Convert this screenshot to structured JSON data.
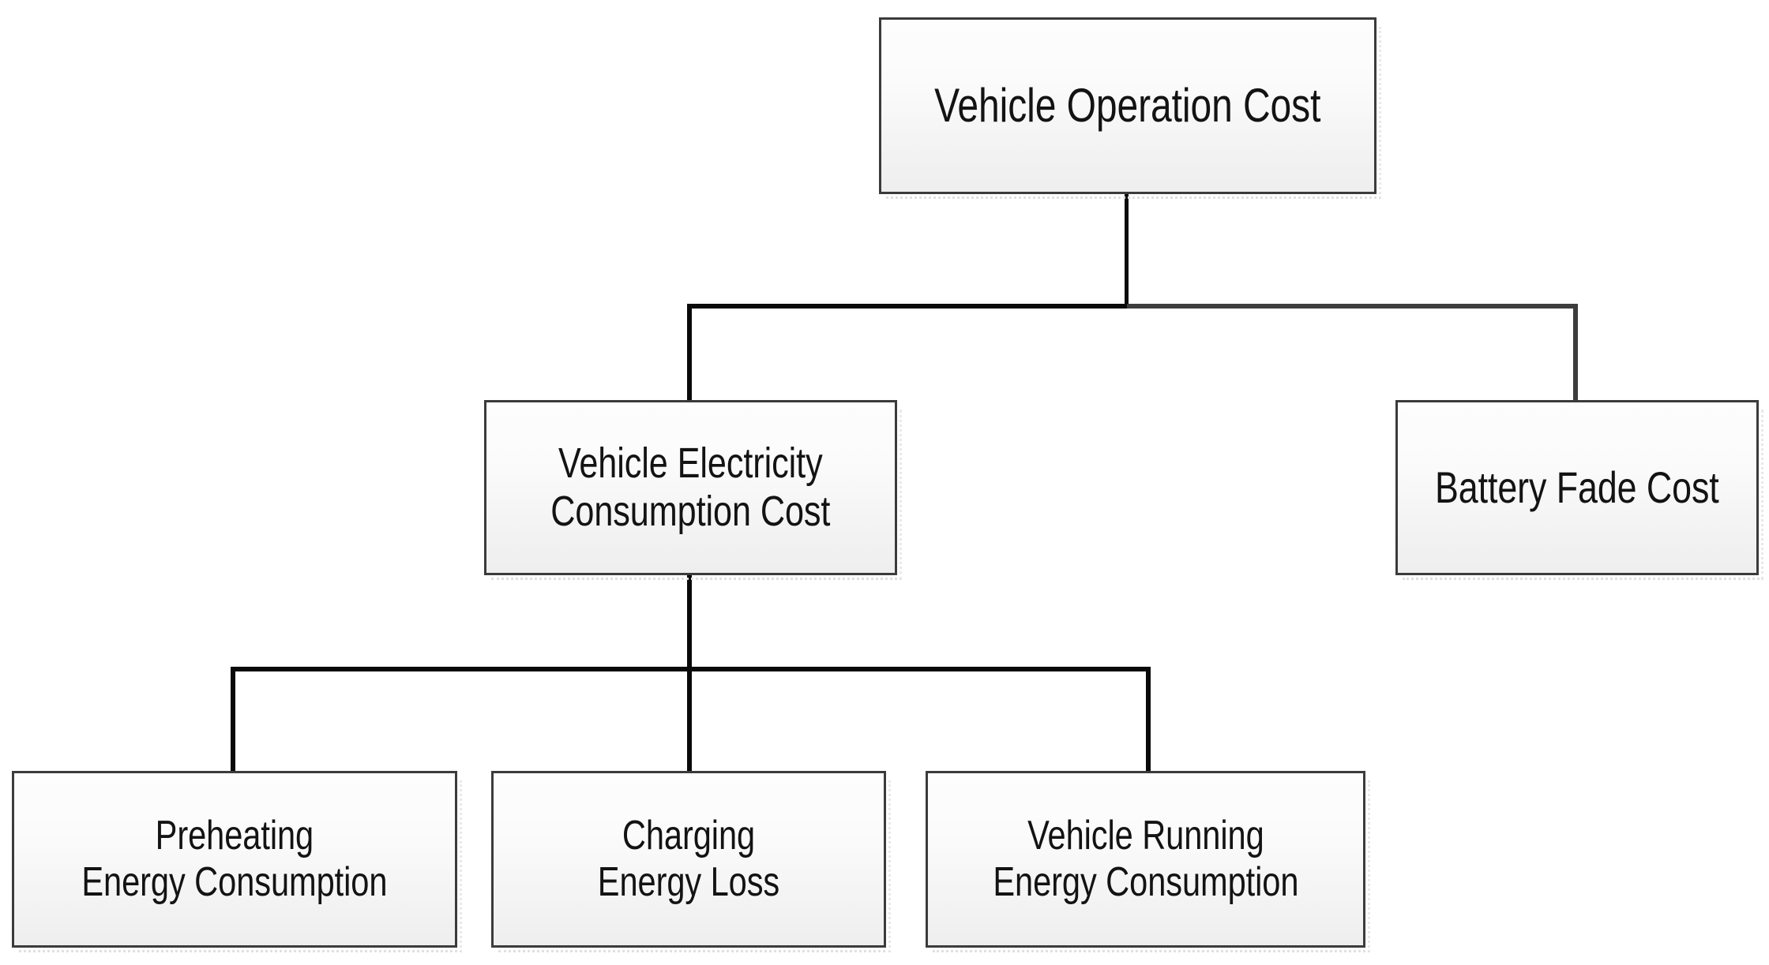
{
  "diagram": {
    "title": "Vehicle Operation Cost",
    "type": "tree-hierarchy",
    "accent_color": "#0a0a0a",
    "box_border_color": "#3b3b3b",
    "box_fill_top": "#fdfdfd",
    "box_fill_bottom": "#eeeeee",
    "text_color": "#131313"
  },
  "nodes": {
    "root": {
      "label": "Vehicle Operation Cost",
      "lines": [
        "Vehicle Operation Cost"
      ],
      "level": 0
    },
    "electricity": {
      "label": "Vehicle Electricity Consumption Cost",
      "lines": [
        "Vehicle Electricity",
        "Consumption Cost"
      ],
      "level": 1
    },
    "battery": {
      "label": "Battery Fade Cost",
      "lines": [
        "Battery Fade Cost"
      ],
      "level": 1
    },
    "preheating": {
      "label": "Preheating Energy Consumption",
      "lines": [
        "Preheating",
        "Energy Consumption"
      ],
      "level": 2
    },
    "charging": {
      "label": "Charging Energy Loss",
      "lines": [
        "Charging",
        "Energy Loss"
      ],
      "level": 2
    },
    "running": {
      "label": "Vehicle Running Energy Consumption",
      "lines": [
        "Vehicle Running",
        "Energy Consumption"
      ],
      "level": 2
    }
  },
  "edges": [
    {
      "from": "root",
      "to": "electricity"
    },
    {
      "from": "root",
      "to": "battery"
    },
    {
      "from": "electricity",
      "to": "preheating"
    },
    {
      "from": "electricity",
      "to": "charging"
    },
    {
      "from": "electricity",
      "to": "running"
    }
  ]
}
